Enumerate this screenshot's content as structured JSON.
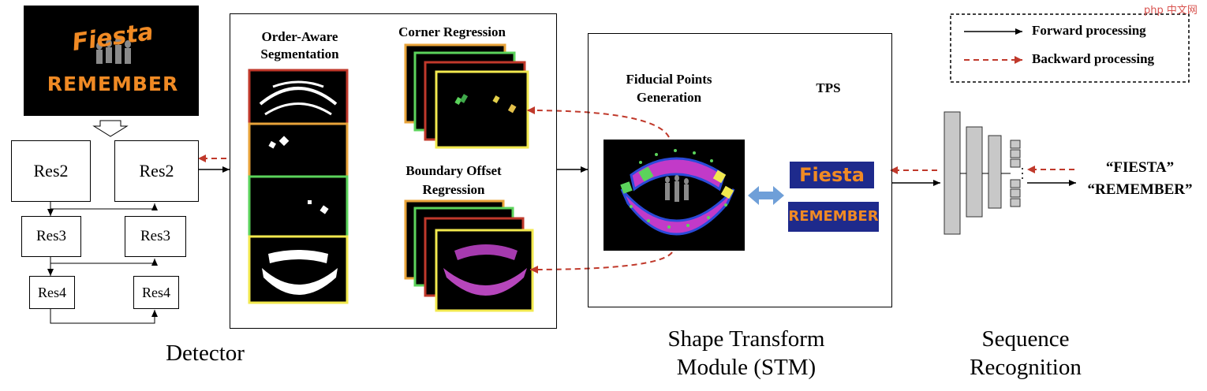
{
  "input_image": {
    "line1": "Fiesta",
    "line2": "REMEMBER"
  },
  "detector": {
    "blocks": [
      "Res2",
      "Res2",
      "Res3",
      "Res3",
      "Res4",
      "Res4"
    ],
    "caption": "Detector"
  },
  "heads": {
    "segmentation_title_line1": "Order-Aware",
    "segmentation_title_line2": "Segmentation",
    "corner_title": "Corner Regression",
    "boundary_title_line1": "Boundary Offset",
    "boundary_title_line2": "Regression"
  },
  "stm": {
    "fiducial_title_line1": "Fiducial Points",
    "fiducial_title_line2": "Generation",
    "tps_title": "TPS",
    "rectified_words": [
      "Fiesta",
      "REMEMBER"
    ],
    "caption_line1": "Shape Transform",
    "caption_line2": "Module (STM)"
  },
  "recognition": {
    "caption_line1": "Sequence",
    "caption_line2": "Recognition",
    "outputs": [
      "“FIESTA”",
      "“REMEMBER”"
    ]
  },
  "legend": {
    "forward": "Forward processing",
    "backward": "Backward processing"
  },
  "watermark": "php 中文网",
  "colors": {
    "backward_arrow": "#c0392b",
    "tile_red": "#c0392b",
    "tile_orange": "#e8a33a",
    "tile_green": "#5bd35b",
    "tile_yellow": "#f2e94e",
    "text_orange": "#f08a24",
    "magenta": "#c23ac8",
    "double_arrow": "#6f9fd8"
  }
}
